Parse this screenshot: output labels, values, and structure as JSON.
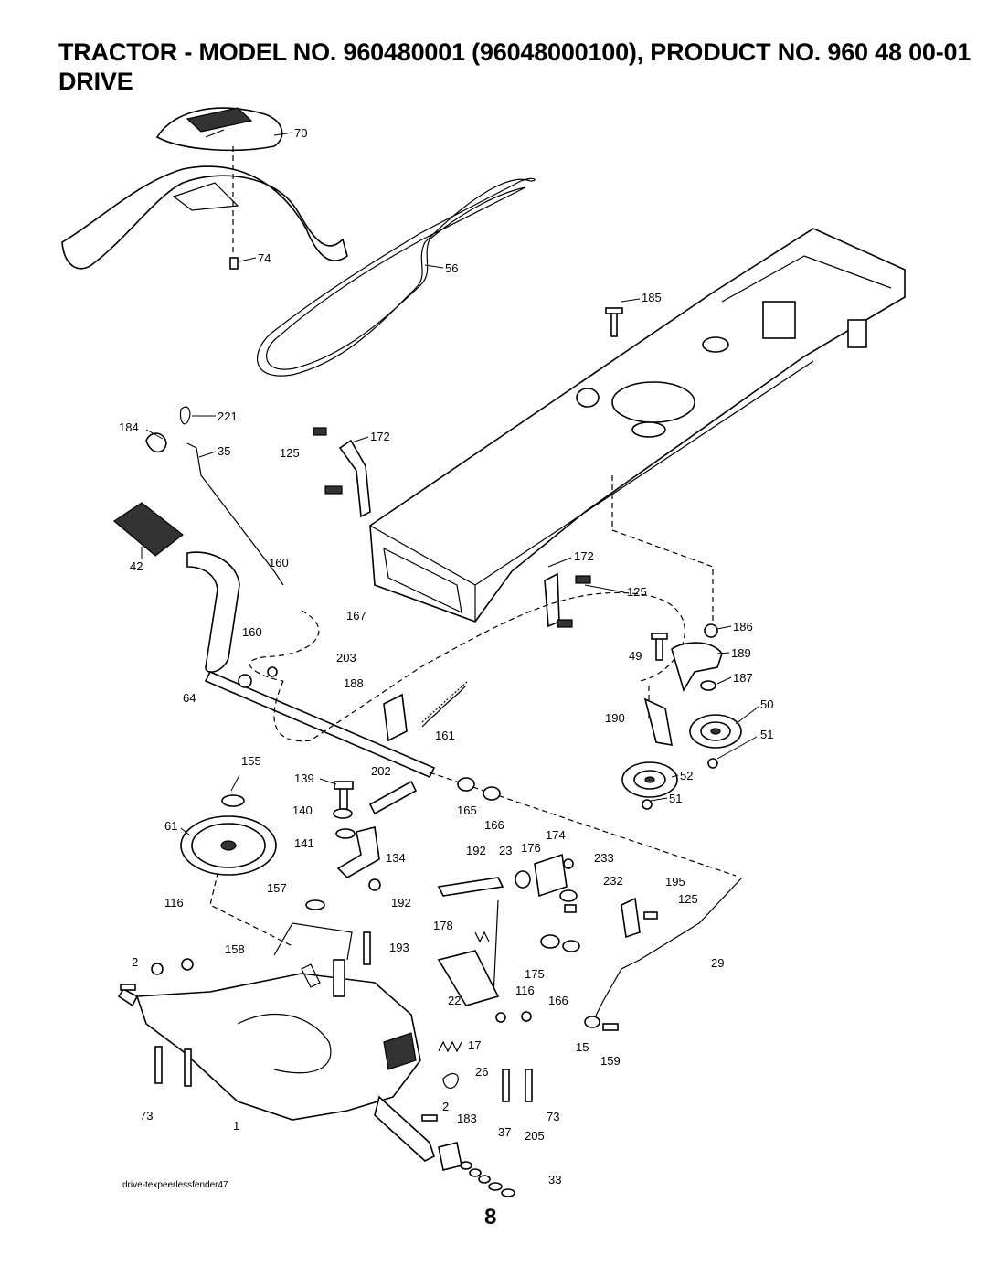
{
  "header": {
    "title_line1": "TRACTOR - MODEL NO. 960480001 (96048000100), PRODUCT NO. 960 48 00-01",
    "title_line2": "DRIVE"
  },
  "callouts": [
    "70",
    "74",
    "56",
    "185",
    "221",
    "184",
    "35",
    "172",
    "125",
    "42",
    "160",
    "167",
    "160",
    "203",
    "188",
    "64",
    "172",
    "125",
    "186",
    "49",
    "189",
    "187",
    "161",
    "190",
    "50",
    "51",
    "155",
    "139",
    "202",
    "52",
    "51",
    "140",
    "165",
    "166",
    "61",
    "141",
    "134",
    "174",
    "192",
    "23",
    "176",
    "233",
    "157",
    "192",
    "232",
    "195",
    "125",
    "116",
    "178",
    "193",
    "158",
    "2",
    "29",
    "175",
    "22",
    "116",
    "166",
    "17",
    "15",
    "159",
    "26",
    "73",
    "2",
    "183",
    "73",
    "1",
    "37",
    "205",
    "33"
  ],
  "caption": "drive-texpeerlessfender47",
  "page_number": "8"
}
